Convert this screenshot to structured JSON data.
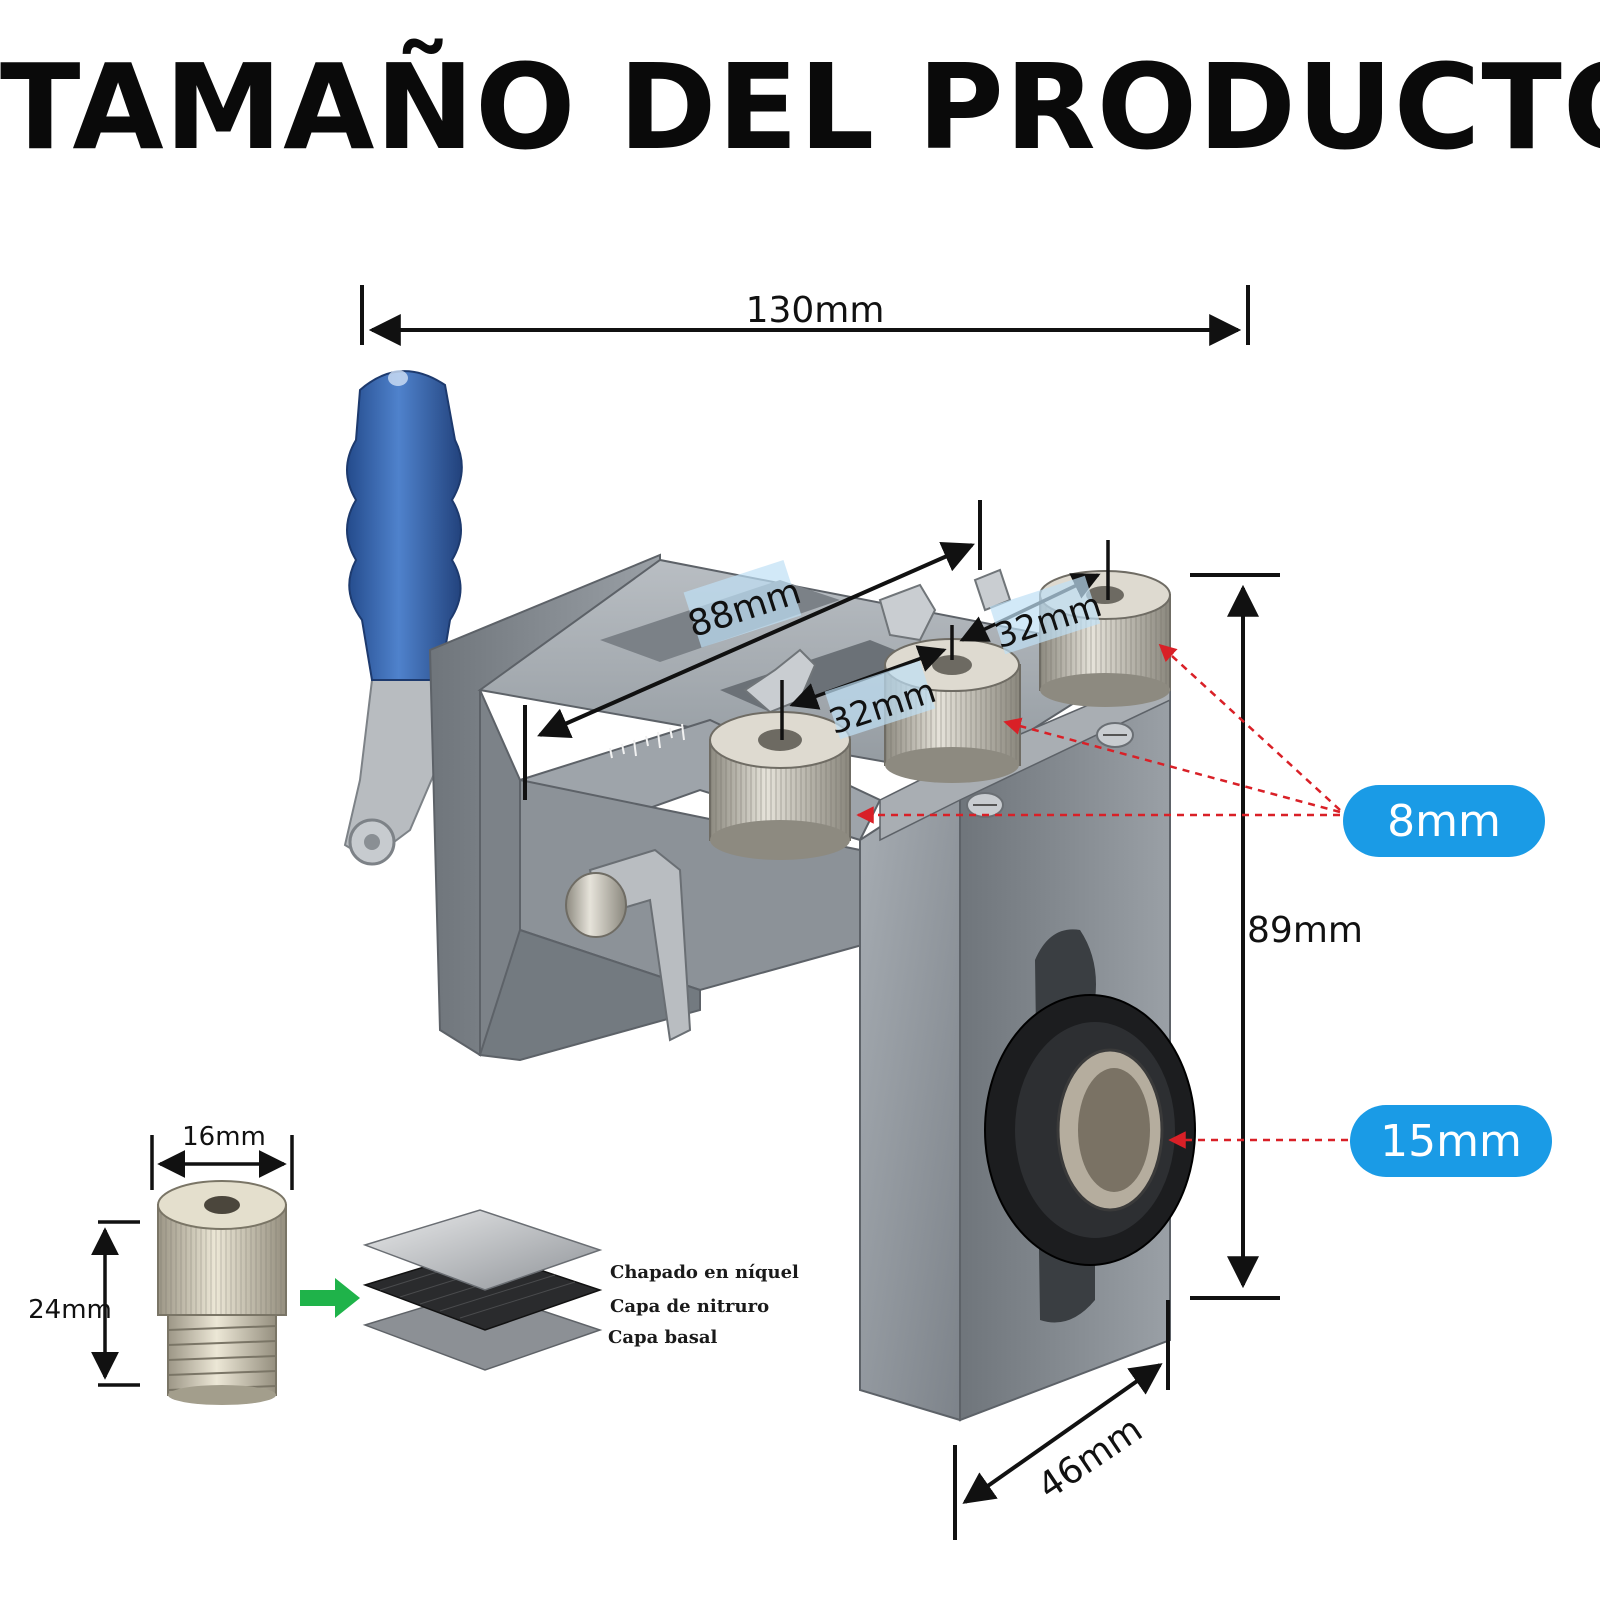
{
  "title": "TAMAÑO DEL PRODUCTO",
  "dimensions": {
    "width_total": "130mm",
    "depth_rail": "88mm",
    "spacing_a": "32mm",
    "spacing_b": "32mm",
    "height": "89mm",
    "base_width": "46mm",
    "bushing_diameter": "16mm",
    "bushing_length": "24mm"
  },
  "badges": {
    "small_hole": "8mm",
    "large_hole": "15mm"
  },
  "layers": {
    "top": "Chapado en níquel",
    "middle": "Capa de nitruro",
    "bottom": "Capa basal"
  },
  "colors": {
    "badge": "#1a9be6",
    "arrow_red": "#d92027",
    "arrow_green": "#1fb34a",
    "handle_blue": "#3566b0",
    "body_gray": "#8a9096"
  }
}
